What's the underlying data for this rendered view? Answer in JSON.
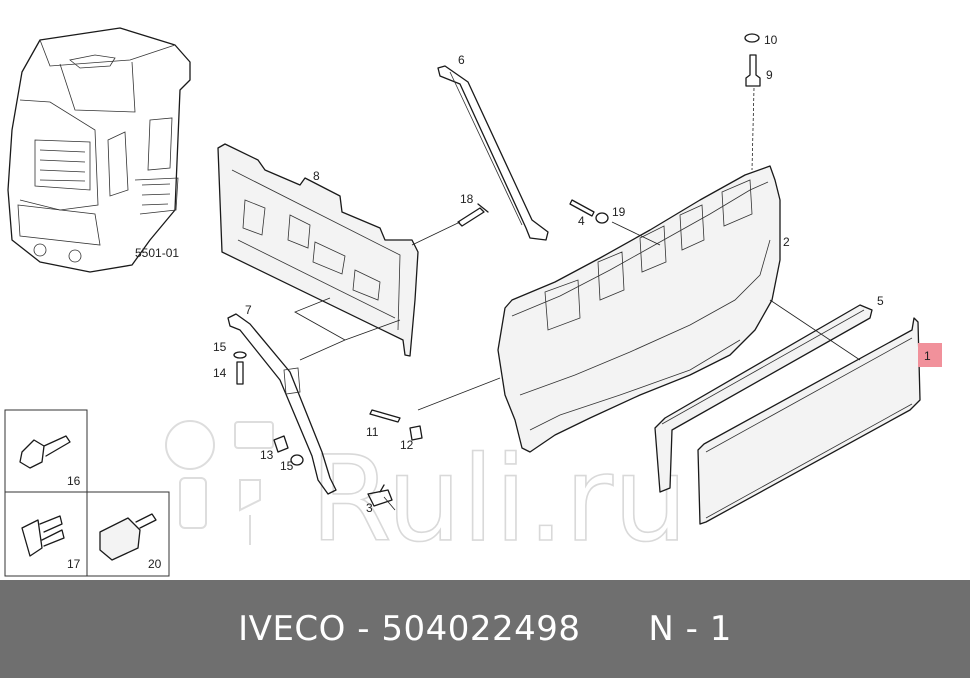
{
  "diagram": {
    "callouts": {
      "p1": "1",
      "p2": "2",
      "p3": "3",
      "p4": "4",
      "p5": "5",
      "p6": "6",
      "p7": "7",
      "p8": "8",
      "p9": "9",
      "p10": "10",
      "p11": "11",
      "p12": "12",
      "p13": "13",
      "p14": "14",
      "p15a": "15",
      "p15b": "15",
      "p16": "16",
      "p17": "17",
      "p18": "18",
      "p19": "19",
      "p20": "20"
    },
    "cab_ref": "5501-01",
    "highlight_color": "#f1919b"
  },
  "watermark": {
    "text": "Ruli.ru"
  },
  "footer": {
    "brand": "IVECO",
    "part_number": "504022498",
    "position": "N - 1",
    "background": "#6f6f6f"
  }
}
